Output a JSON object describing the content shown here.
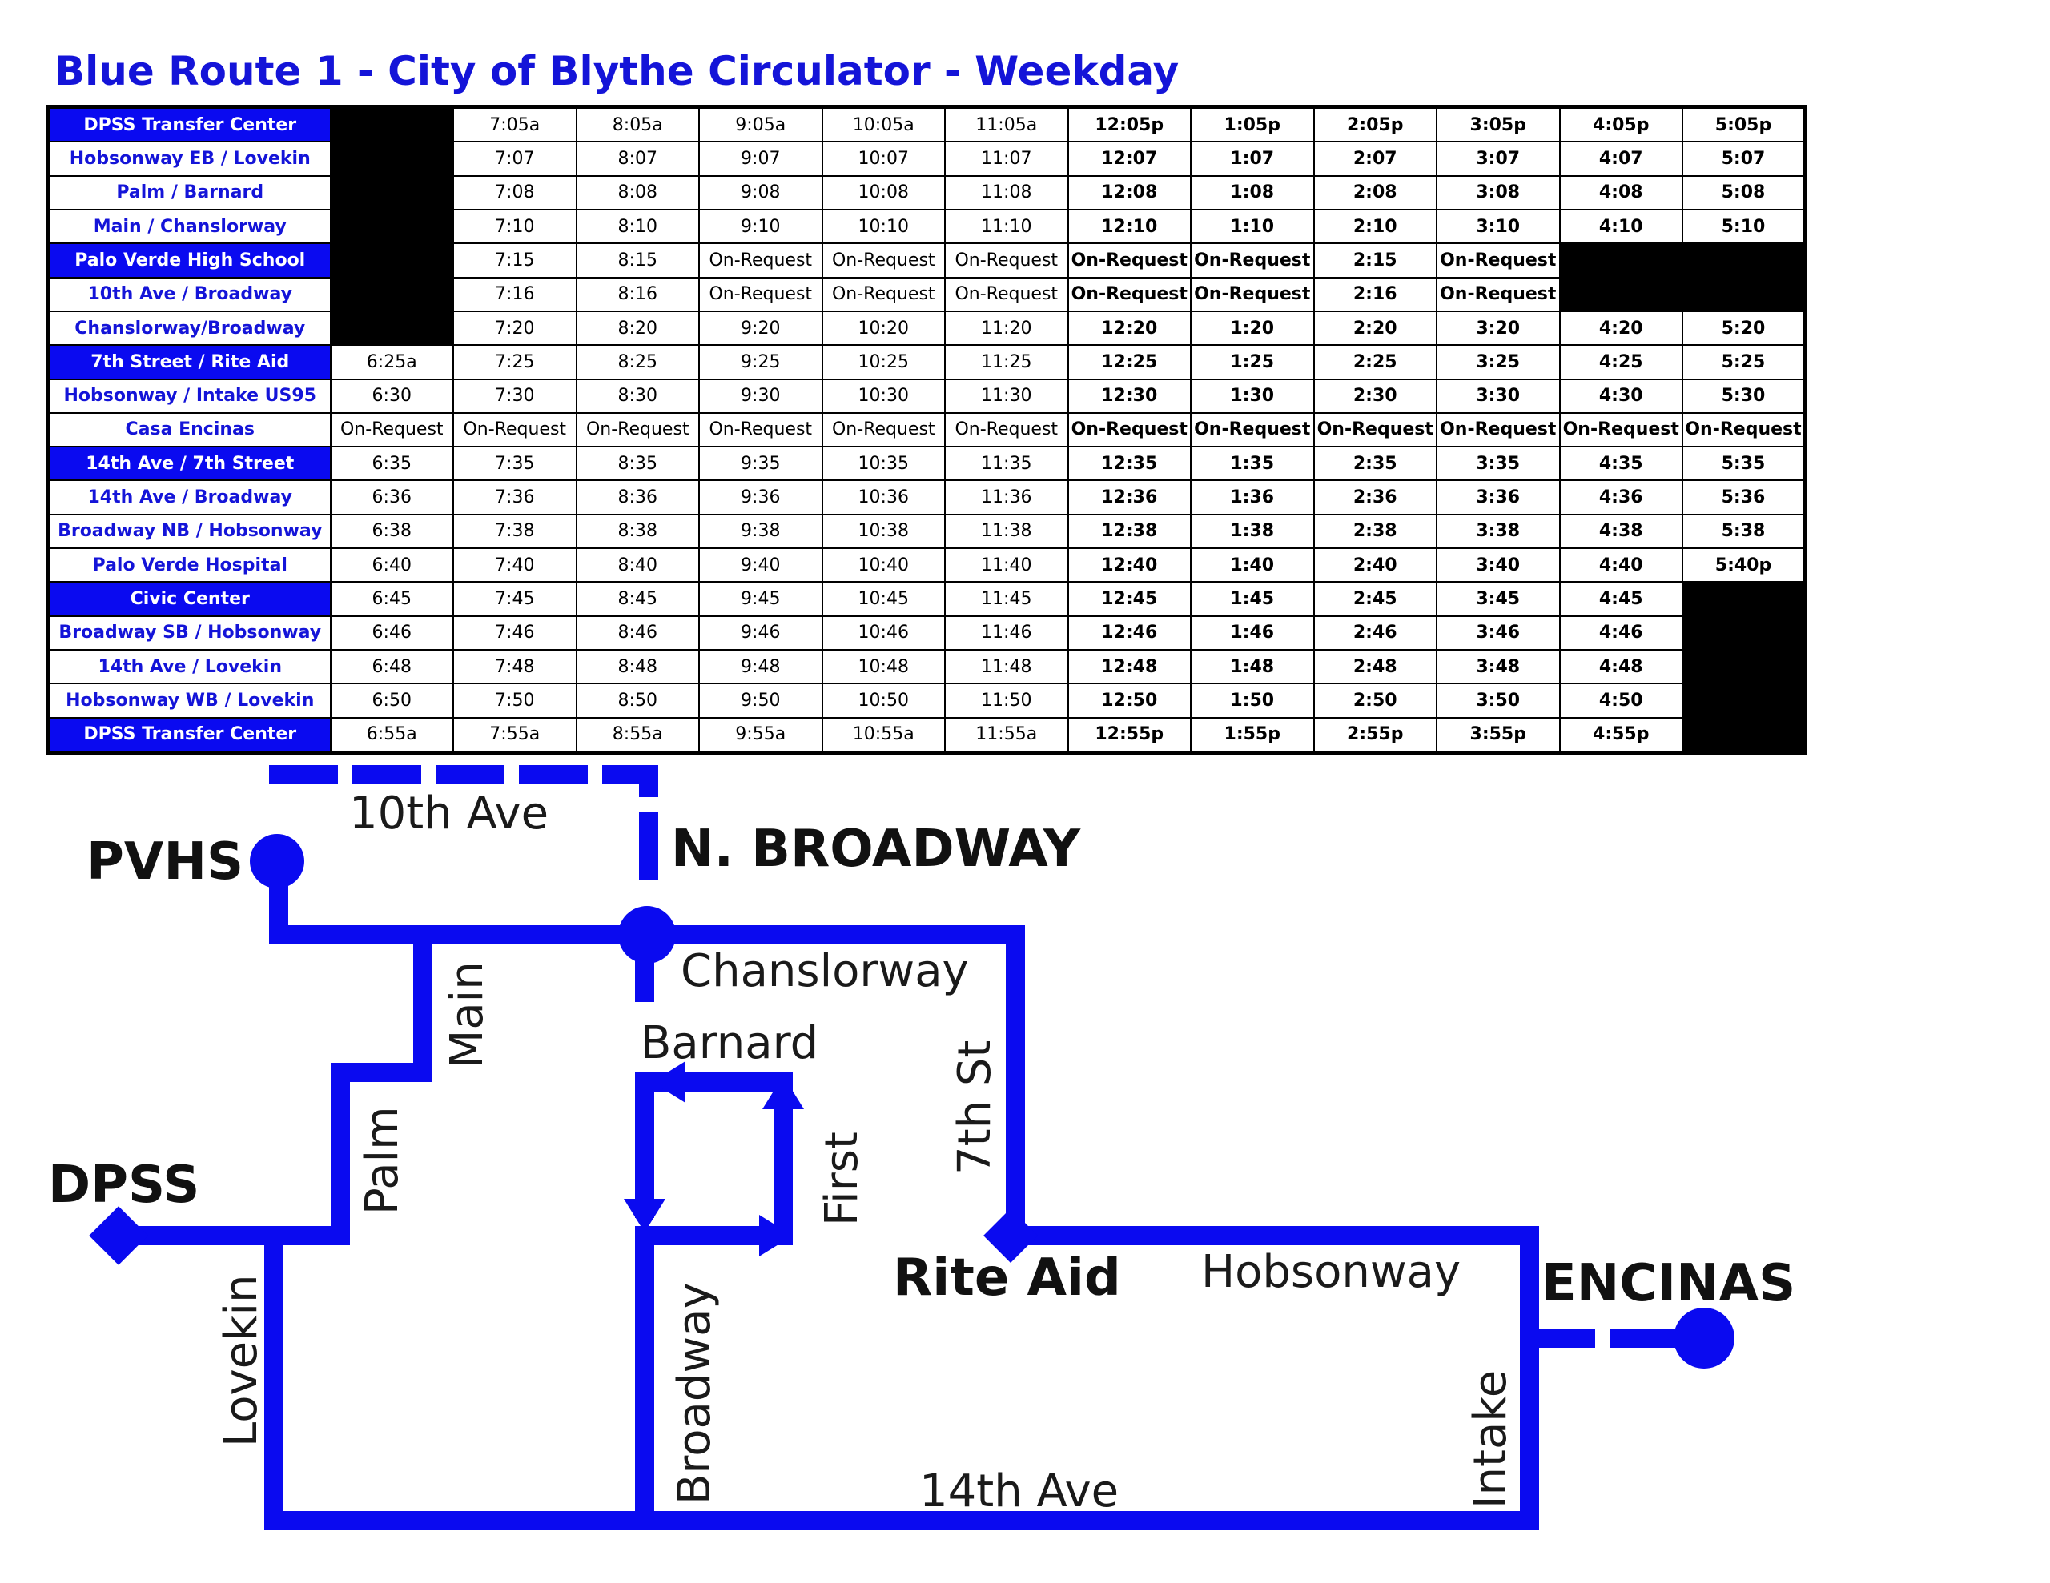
{
  "title": "Blue Route 1 - City of Blythe Circulator - Weekday",
  "colors": {
    "route_blue": "#0a0af0",
    "title_blue": "#1414d8"
  },
  "schedule": {
    "rows": [
      {
        "stop": "DPSS Transfer Center",
        "highlight": true,
        "times": [
          "",
          "7:05a",
          "8:05a",
          "9:05a",
          "10:05a",
          "11:05a",
          "12:05p",
          "1:05p",
          "2:05p",
          "3:05p",
          "4:05p",
          "5:05p"
        ]
      },
      {
        "stop": "Hobsonway EB / Lovekin",
        "highlight": false,
        "times": [
          "",
          "7:07",
          "8:07",
          "9:07",
          "10:07",
          "11:07",
          "12:07",
          "1:07",
          "2:07",
          "3:07",
          "4:07",
          "5:07"
        ]
      },
      {
        "stop": "Palm / Barnard",
        "highlight": false,
        "times": [
          "",
          "7:08",
          "8:08",
          "9:08",
          "10:08",
          "11:08",
          "12:08",
          "1:08",
          "2:08",
          "3:08",
          "4:08",
          "5:08"
        ]
      },
      {
        "stop": "Main / Chanslorway",
        "highlight": false,
        "times": [
          "",
          "7:10",
          "8:10",
          "9:10",
          "10:10",
          "11:10",
          "12:10",
          "1:10",
          "2:10",
          "3:10",
          "4:10",
          "5:10"
        ]
      },
      {
        "stop": "Palo Verde High School",
        "highlight": true,
        "times": [
          "",
          "7:15",
          "8:15",
          "On-Request",
          "On-Request",
          "On-Request",
          "On-Request",
          "On-Request",
          "2:15",
          "On-Request",
          "",
          ""
        ]
      },
      {
        "stop": "10th Ave / Broadway",
        "highlight": false,
        "times": [
          "",
          "7:16",
          "8:16",
          "On-Request",
          "On-Request",
          "On-Request",
          "On-Request",
          "On-Request",
          "2:16",
          "On-Request",
          "",
          ""
        ]
      },
      {
        "stop": "Chanslorway/Broadway",
        "highlight": false,
        "times": [
          "",
          "7:20",
          "8:20",
          "9:20",
          "10:20",
          "11:20",
          "12:20",
          "1:20",
          "2:20",
          "3:20",
          "4:20",
          "5:20"
        ]
      },
      {
        "stop": "7th Street / Rite Aid",
        "highlight": true,
        "times": [
          "6:25a",
          "7:25",
          "8:25",
          "9:25",
          "10:25",
          "11:25",
          "12:25",
          "1:25",
          "2:25",
          "3:25",
          "4:25",
          "5:25"
        ]
      },
      {
        "stop": "Hobsonway / Intake US95",
        "highlight": false,
        "times": [
          "6:30",
          "7:30",
          "8:30",
          "9:30",
          "10:30",
          "11:30",
          "12:30",
          "1:30",
          "2:30",
          "3:30",
          "4:30",
          "5:30"
        ]
      },
      {
        "stop": "Casa Encinas",
        "highlight": false,
        "times": [
          "On-Request",
          "On-Request",
          "On-Request",
          "On-Request",
          "On-Request",
          "On-Request",
          "On-Request",
          "On-Request",
          "On-Request",
          "On-Request",
          "On-Request",
          "On-Request"
        ]
      },
      {
        "stop": "14th Ave / 7th Street",
        "highlight": true,
        "times": [
          "6:35",
          "7:35",
          "8:35",
          "9:35",
          "10:35",
          "11:35",
          "12:35",
          "1:35",
          "2:35",
          "3:35",
          "4:35",
          "5:35"
        ]
      },
      {
        "stop": "14th Ave / Broadway",
        "highlight": false,
        "times": [
          "6:36",
          "7:36",
          "8:36",
          "9:36",
          "10:36",
          "11:36",
          "12:36",
          "1:36",
          "2:36",
          "3:36",
          "4:36",
          "5:36"
        ]
      },
      {
        "stop": "Broadway NB / Hobsonway",
        "highlight": false,
        "times": [
          "6:38",
          "7:38",
          "8:38",
          "9:38",
          "10:38",
          "11:38",
          "12:38",
          "1:38",
          "2:38",
          "3:38",
          "4:38",
          "5:38"
        ]
      },
      {
        "stop": "Palo Verde Hospital",
        "highlight": false,
        "times": [
          "6:40",
          "7:40",
          "8:40",
          "9:40",
          "10:40",
          "11:40",
          "12:40",
          "1:40",
          "2:40",
          "3:40",
          "4:40",
          "5:40p"
        ]
      },
      {
        "stop": "Civic Center",
        "highlight": true,
        "times": [
          "6:45",
          "7:45",
          "8:45",
          "9:45",
          "10:45",
          "11:45",
          "12:45",
          "1:45",
          "2:45",
          "3:45",
          "4:45",
          ""
        ]
      },
      {
        "stop": "Broadway SB / Hobsonway",
        "highlight": false,
        "times": [
          "6:46",
          "7:46",
          "8:46",
          "9:46",
          "10:46",
          "11:46",
          "12:46",
          "1:46",
          "2:46",
          "3:46",
          "4:46",
          ""
        ]
      },
      {
        "stop": "14th Ave / Lovekin",
        "highlight": false,
        "times": [
          "6:48",
          "7:48",
          "8:48",
          "9:48",
          "10:48",
          "11:48",
          "12:48",
          "1:48",
          "2:48",
          "3:48",
          "4:48",
          ""
        ]
      },
      {
        "stop": "Hobsonway WB / Lovekin",
        "highlight": false,
        "times": [
          "6:50",
          "7:50",
          "8:50",
          "9:50",
          "10:50",
          "11:50",
          "12:50",
          "1:50",
          "2:50",
          "3:50",
          "4:50",
          ""
        ]
      },
      {
        "stop": "DPSS Transfer Center",
        "highlight": true,
        "times": [
          "6:55a",
          "7:55a",
          "8:55a",
          "9:55a",
          "10:55a",
          "11:55a",
          "12:55p",
          "1:55p",
          "2:55p",
          "3:55p",
          "4:55p",
          ""
        ]
      }
    ]
  },
  "map": {
    "places": {
      "pvhs": "PVHS",
      "n_broadway": "N. BROADWAY",
      "dpss": "DPSS",
      "rite_aid": "Rite Aid",
      "encinas": "ENCINAS"
    },
    "streets": {
      "tenth_ave": "10th Ave",
      "chanslorway": "Chanslorway",
      "barnard": "Barnard",
      "main": "Main",
      "palm": "Palm",
      "first": "First",
      "seventh_st": "7th St",
      "hobsonway": "Hobsonway",
      "lovekin": "Lovekin",
      "broadway": "Broadway",
      "intake": "Intake",
      "fourteenth_ave": "14th Ave"
    }
  }
}
